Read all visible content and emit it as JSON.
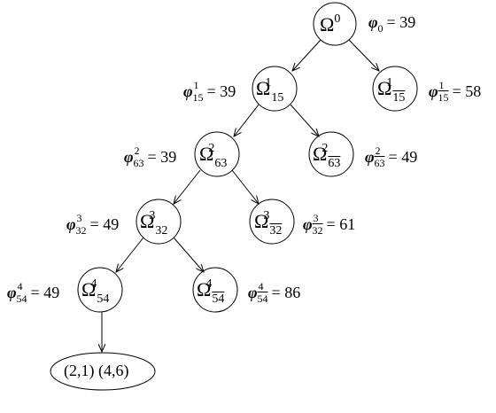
{
  "nodes": {
    "root": {
      "sup": "0",
      "sub": "",
      "bar": false
    },
    "l1": {
      "sup": "1",
      "sub": "15",
      "bar": false
    },
    "r1": {
      "sup": "1",
      "sub": "15",
      "bar": true
    },
    "l2": {
      "sup": "2",
      "sub": "63",
      "bar": false
    },
    "r2": {
      "sup": "2",
      "sub": "63",
      "bar": true
    },
    "l3": {
      "sup": "3",
      "sub": "32",
      "bar": false
    },
    "r3": {
      "sup": "3",
      "sub": "32",
      "bar": true
    },
    "l4": {
      "sup": "4",
      "sub": "54",
      "bar": false
    },
    "r4": {
      "sup": "4",
      "sub": "54",
      "bar": true
    }
  },
  "labels": {
    "root": {
      "sub": "0",
      "sup": "",
      "value": "39"
    },
    "l1": {
      "sub": "15",
      "sup": "1",
      "value": "39"
    },
    "r1": {
      "sub": "15",
      "sup": "1",
      "value": "58"
    },
    "l2": {
      "sub": "63",
      "sup": "2",
      "value": "39"
    },
    "r2": {
      "sub": "63",
      "sup": "2",
      "value": "49"
    },
    "l3": {
      "sub": "32",
      "sup": "3",
      "value": "49"
    },
    "r3": {
      "sub": "32",
      "sup": "3",
      "value": "61"
    },
    "l4": {
      "sub": "54",
      "sup": "4",
      "value": "49"
    },
    "r4": {
      "sub": "54",
      "sup": "4",
      "value": "86"
    }
  },
  "symbols": {
    "omega": "Ω",
    "phi": "φ",
    "equals": "="
  },
  "leaf": {
    "text": "(2,1) (4,6)"
  }
}
